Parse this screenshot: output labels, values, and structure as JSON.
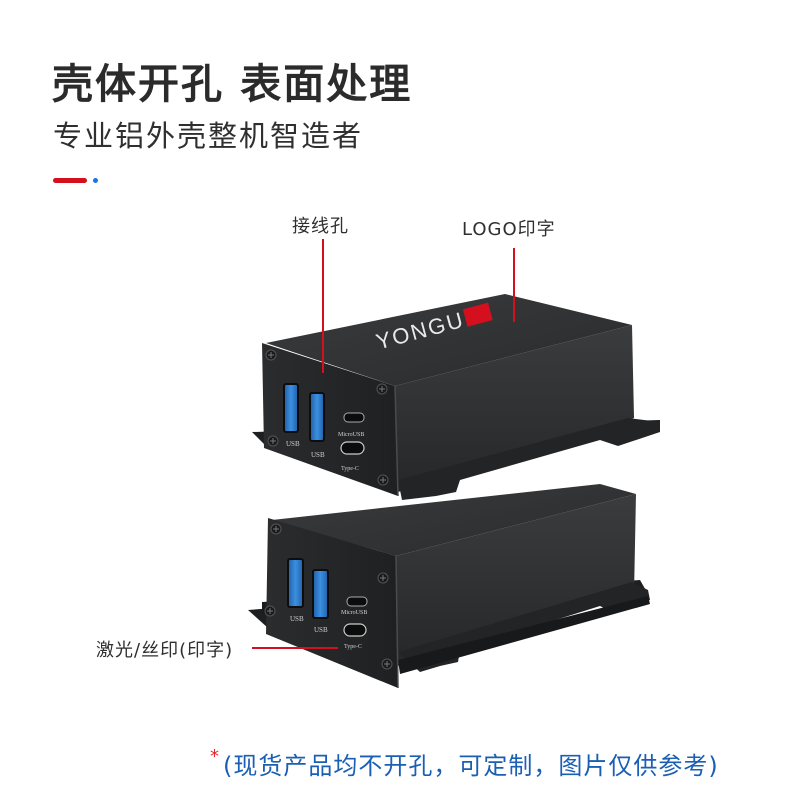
{
  "header": {
    "title": "壳体开孔 表面处理",
    "subtitle": "专业铝外壳整机智造者"
  },
  "colors": {
    "accent_red": "#d4101e",
    "accent_blue": "#1a73e8",
    "note_blue": "#1a5fb4",
    "note_star": "#e8242c",
    "enclosure": "#2e2f31",
    "usb_port": "#2e7fd0"
  },
  "callouts": {
    "wiring_holes": "接线孔",
    "logo_print": "LOGO印字",
    "laser_silkscreen": "激光/丝印(印字)"
  },
  "device_top": {
    "logo_text": "YONGU",
    "ports": [
      {
        "type": "usb-a",
        "label": "USB"
      },
      {
        "type": "usb-a",
        "label": "USB"
      },
      {
        "type": "micro-usb",
        "label": "MicroUSB"
      },
      {
        "type": "usb-c",
        "label": "Type-C"
      }
    ]
  },
  "device_bottom": {
    "ports": [
      {
        "type": "usb-a",
        "label": "USB"
      },
      {
        "type": "usb-a",
        "label": "USB"
      },
      {
        "type": "micro-usb",
        "label": "MicroUSB"
      },
      {
        "type": "usb-c",
        "label": "Type-C"
      }
    ]
  },
  "footer": {
    "star": "*",
    "note": "(现货产品均不开孔，可定制，图片仅供参考)"
  }
}
